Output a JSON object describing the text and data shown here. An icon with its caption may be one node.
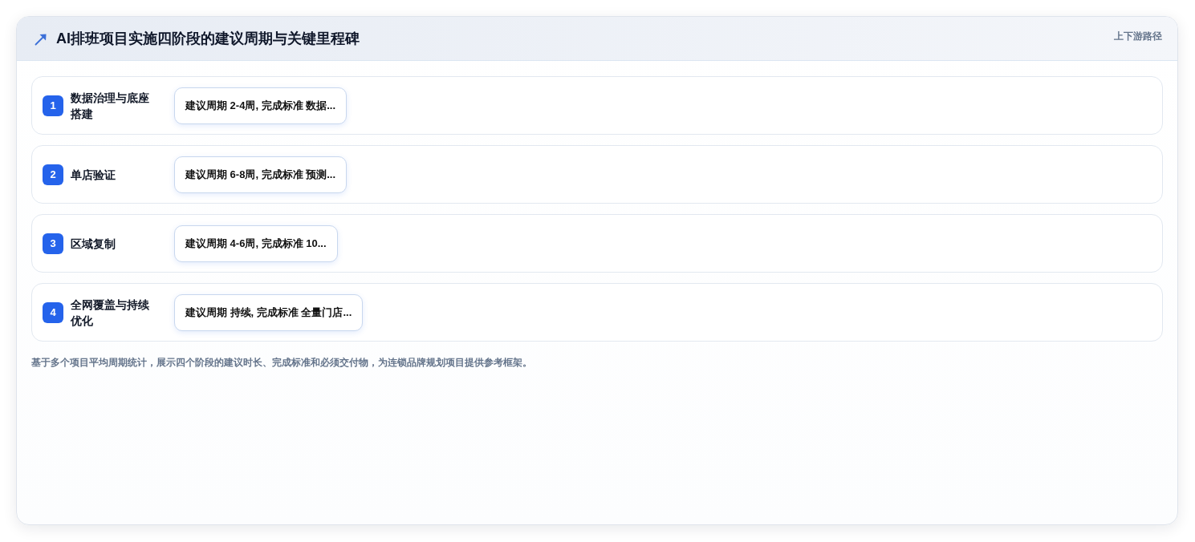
{
  "diagram": {
    "title": "AI排班项目实施四阶段的建议周期与关键里程碑",
    "nodes": [
      {
        "text": [
          "数据治理与底座搭建"
        ]
      },
      {
        "text": [
          "1"
        ],
        "in": 0
      },
      {
        "text": [
          "建议周期 2-4周, 完成标准 数据..."
        ],
        "in": 0
      },
      {
        "text": [
          "单店验证"
        ]
      },
      {
        "text": [
          "2"
        ],
        "in": 3
      },
      {
        "text": [
          "建议周期 6-8周, 完成标准 预测..."
        ],
        "in": 3
      },
      {
        "text": [
          "区域复制"
        ]
      },
      {
        "text": [
          "3"
        ],
        "in": 6
      },
      {
        "text": [
          "建议周期 4-6周, 完成标准 10..."
        ],
        "in": 6
      },
      {
        "text": [
          "全网覆盖与持续优化"
        ]
      },
      {
        "text": [
          "4"
        ],
        "in": 9
      },
      {
        "text": [
          "建议周期 持续, 完成标准 全量门店..."
        ],
        "in": 9
      }
    ],
    "labels": [
      "上下游路径"
    ],
    "caption": "基于多个项目平均周期统计，展示四个阶段的建议时长、完成标准和必须交付物，为连锁品牌规划项目提供参考框架。"
  }
}
